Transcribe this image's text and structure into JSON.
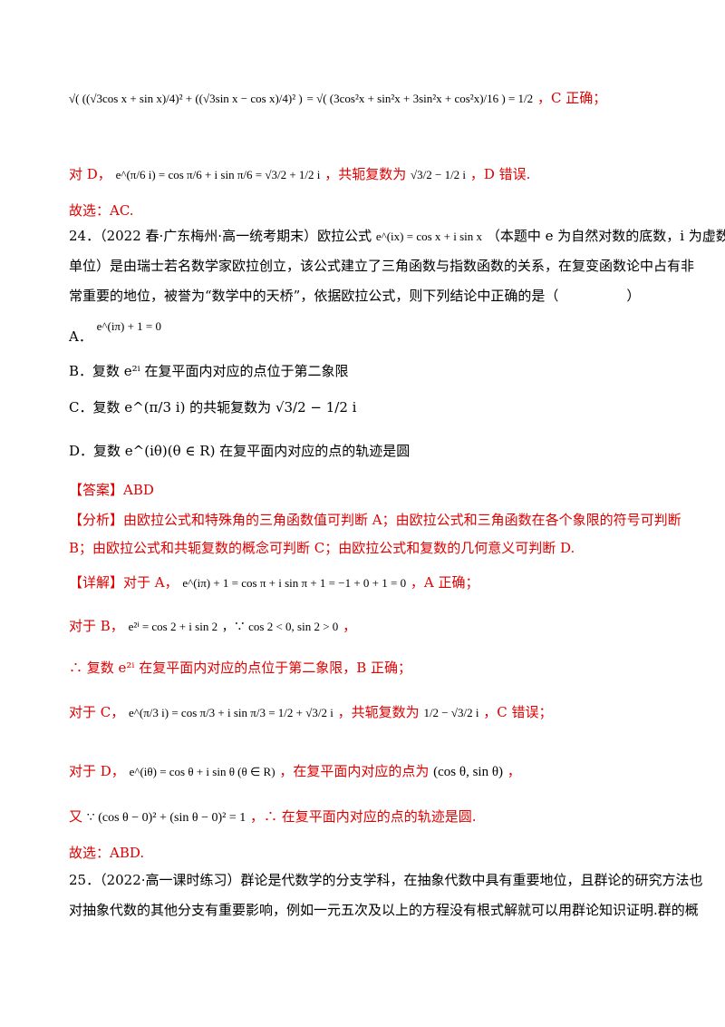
{
  "top_formula": {
    "left": "√( ((√3cos x + sin x)/4)² + ((√3sin x − cos x)/4)² )",
    "eq": "= √( (3cos²x + sin²x + 3sin²x + cos²x)/16 ) = 1/2",
    "result": "，C 正确；"
  },
  "d_line": {
    "prefix": "对 D，",
    "formula": "e^(π/6 i) = cos π/6 + i sin π/6 = √3/2 + 1/2 i",
    "mid": "，共轭复数为",
    "conj": "√3/2 − 1/2 i",
    "suffix": "，D 错误."
  },
  "choice1": "故选：AC.",
  "q24": {
    "line1_a": "24．（2022 春·广东梅州·高一统考期末）欧拉公式",
    "line1_formula": "e^(ix) = cos x + i sin x",
    "line1_b": "（本题中 e 为自然对数的底数，i 为虚数",
    "line2": "单位）是由瑞士若名数学家欧拉创立，该公式建立了三角函数与指数函数的关系，在复变函数论中占有非",
    "line3": "常重要的地位，被誉为“数学中的天桥”，依据欧拉公式，则下列结论中正确的是（　　　　　）"
  },
  "options": {
    "a_label": "A．",
    "a_formula": "e^(iπ) + 1 = 0",
    "b": "B．复数 e²ⁱ 在复平面内对应的点位于第二象限",
    "c": "C．复数 e^(π/3 i) 的共轭复数为 √3/2 − 1/2 i",
    "d": "D．复数 e^(iθ)(θ ∈ R) 在复平面内对应的点的轨迹是圆"
  },
  "answer": "【答案】ABD",
  "analysis_1": "【分析】由欧拉公式和特殊角的三角函数值可判断 A；由欧拉公式和三角函数在各个象限的符号可判断",
  "analysis_2": "B；由欧拉公式和共轭复数的概念可判断 C；由欧拉公式和复数的几何意义可判断 D.",
  "detail_a": {
    "prefix": "【详解】对于 A，",
    "formula": "e^(iπ) + 1 = cos π + i sin π + 1 = −1 + 0 + 1 = 0",
    "suffix": "，A 正确；"
  },
  "detail_b1": {
    "prefix": "对于 B，",
    "formula": "e²ⁱ = cos 2 + i sin 2",
    "formula2": "，∵ cos 2 < 0, sin 2 > 0",
    "suffix": "，"
  },
  "detail_b2": "∴ 复数 e²ⁱ 在复平面内对应的点位于第二象限，B 正确；",
  "detail_c": {
    "prefix": "对于 C，",
    "formula": "e^(π/3 i) = cos π/3 + i sin π/3 = 1/2 + √3/2 i",
    "mid": "，共轭复数为",
    "conj": "1/2 − √3/2 i",
    "suffix": "，C 错误；"
  },
  "detail_d1": {
    "prefix": "对于 D，",
    "formula": "e^(iθ) = cos θ + i sin θ (θ ∈ R)",
    "mid": "，在复平面内对应的点为",
    "point": "(cos θ, sin θ)",
    "suffix": "，"
  },
  "detail_d2": {
    "prefix": "又",
    "formula": "∵ (cos θ − 0)² + (sin θ − 0)² = 1",
    "suffix": "，∴ 在复平面内对应的点的轨迹是圆."
  },
  "choice2": "故选：ABD.",
  "q25": {
    "line1": "25．（2022·高一课时练习）群论是代数学的分支学科，在抽象代数中具有重要地位，且群论的研究方法也",
    "line2": "对抽象代数的其他分支有重要影响，例如一元五次及以上的方程没有根式解就可以用群论知识证明.群的概"
  }
}
